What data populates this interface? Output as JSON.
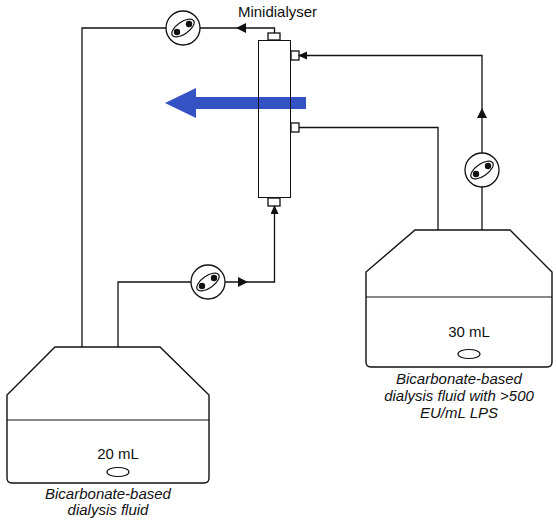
{
  "diagram": {
    "nodes": [
      {
        "text": [
          "Minidialyser"
        ]
      },
      {
        "text": [
          "20 mL",
          "Bicarbonate-based dialysis fluid"
        ]
      },
      {
        "text": [
          "30 mL",
          "Bicarbonate-based dialysis fluid with >500 EU/mL LPS"
        ]
      }
    ],
    "edges": [
      {
        "from": 0,
        "to": 1,
        "arrow": "to"
      },
      {
        "from": 1,
        "to": 0,
        "arrow": "to"
      },
      {
        "from": 2,
        "to": 0,
        "arrow": "to"
      },
      {
        "from": 0,
        "to": 2,
        "arrow": "to"
      }
    ]
  }
}
